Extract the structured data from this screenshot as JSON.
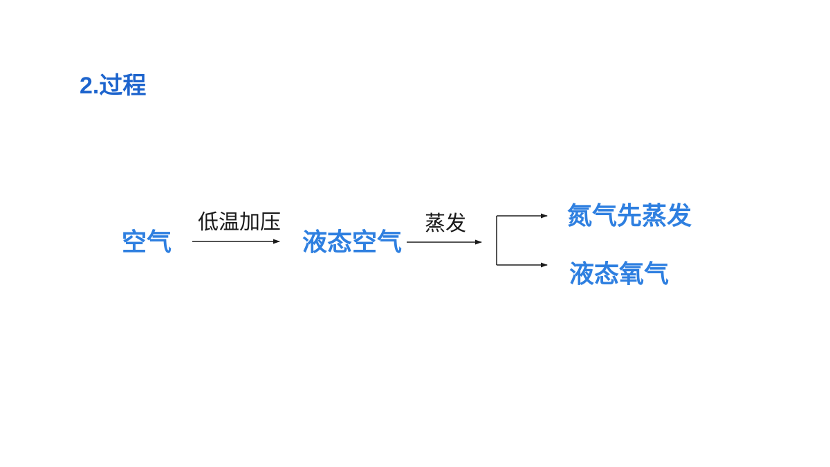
{
  "slide": {
    "title": "2.过程",
    "background_color": "#ffffff"
  },
  "diagram": {
    "type": "flowchart",
    "nodes": {
      "air": "空气",
      "liquid_air": "液态空气",
      "nitrogen_first": "氮气先蒸发",
      "liquid_oxygen": "液态氧气"
    },
    "edge_labels": {
      "compress": "低温加压",
      "evaporate": "蒸发"
    },
    "flow": [
      {
        "from": "空气",
        "label": "低温加压",
        "to": "液态空气"
      },
      {
        "from": "液态空气",
        "label": "蒸发",
        "to": [
          "氮气先蒸发",
          "液态氧气"
        ]
      }
    ],
    "colors": {
      "title_blue": "#1d64cd",
      "node_blue": "#2e7fe0",
      "arrow_black": "#1a1a1a"
    }
  }
}
